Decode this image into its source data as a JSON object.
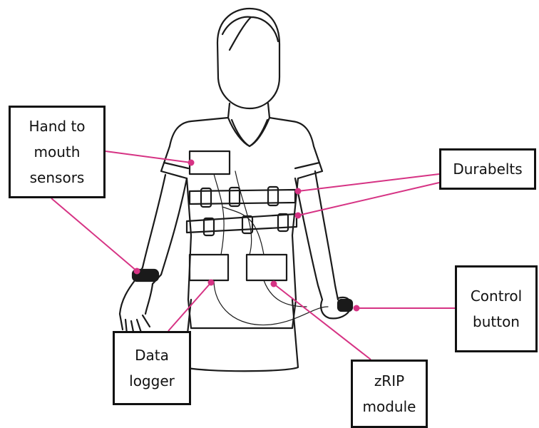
{
  "labels": {
    "hand_sensors": [
      "Hand to",
      "mouth",
      "sensors"
    ],
    "durabelts": [
      "Durabelts"
    ],
    "control_button": [
      "Control",
      "button"
    ],
    "data_logger": [
      "Data",
      "logger"
    ],
    "zrip_module": [
      "zRIP",
      "module"
    ]
  },
  "colors": {
    "leader_line": "#d63384",
    "outline": "#1a1a1a",
    "box_border": "#111111"
  }
}
